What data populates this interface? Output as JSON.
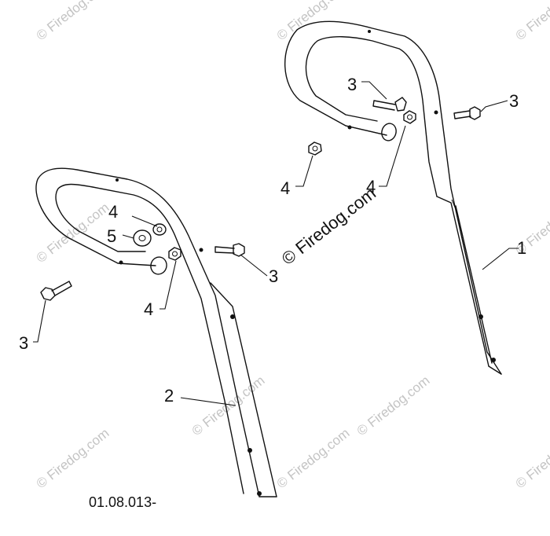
{
  "diagram": {
    "figure_id": "01.08.013-",
    "center_watermark": "© Firedog.com",
    "corner_watermark": "© Firedog.com",
    "callouts": {
      "right_handle_part": "1",
      "left_handle_part": "2",
      "bolt_right_top": "3",
      "bolt_right_side": "3",
      "bolt_left_middle": "3",
      "bolt_left_outer": "3",
      "nut_right_loose": "4",
      "nut_right_mounted": "4",
      "nut_left_upper": "4",
      "nut_left_lower": "4",
      "washer_left": "5"
    }
  }
}
